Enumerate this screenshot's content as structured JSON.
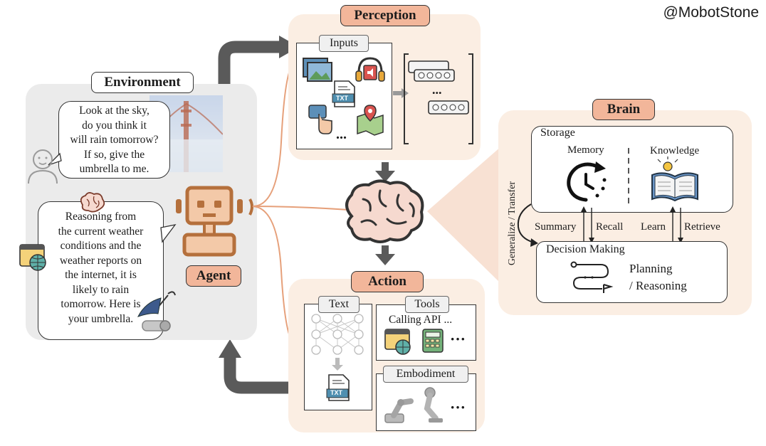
{
  "watermark": "@MobotStone",
  "environment": {
    "title": "Environment",
    "human_speech": [
      "Look at the sky,",
      "do you think it",
      "will rain tomorrow?",
      "If so, give the",
      "umbrella to me."
    ],
    "agent_speech": [
      "Reasoning from",
      "the current weather",
      "conditions and the",
      "weather reports on",
      "the internet, it is",
      "likely to rain",
      "tomorrow. Here is",
      "your umbrella."
    ]
  },
  "agent": {
    "label": "Agent"
  },
  "perception": {
    "title": "Perception",
    "inputs_label": "Inputs",
    "txt_label": "TXT",
    "ellipsis": "...",
    "ellipsis_right": "..."
  },
  "brain": {
    "title": "Brain",
    "storage_label": "Storage",
    "memory_label": "Memory",
    "knowledge_label": "Knowledge",
    "summary": "Summary",
    "recall": "Recall",
    "learn": "Learn",
    "retrieve": "Retrieve",
    "generalize": "Generalize / Transfer",
    "decision_label": "Decision Making",
    "planning": "Planning",
    "reasoning": "/ Reasoning"
  },
  "action": {
    "title": "Action",
    "text_label": "Text",
    "tools_label": "Tools",
    "calling_api": "Calling API ...",
    "tools_more": "···",
    "embodiment_label": "Embodiment",
    "embodiment_more": "···",
    "txt_label": "TXT"
  },
  "colors": {
    "peach_panel": "#fbeee3",
    "tag_fill": "#f2b69a",
    "agent_brown": "#b5703c",
    "arrow_gray": "#5a5a5a",
    "env_panel": "#ebebeb"
  }
}
